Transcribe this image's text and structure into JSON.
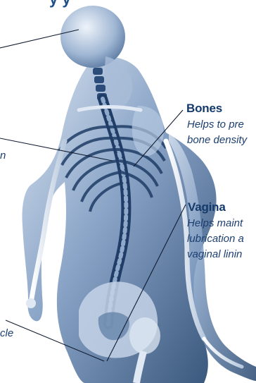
{
  "header": {
    "title_fragment": "y  y"
  },
  "callouts": {
    "bones": {
      "title": "Bones",
      "desc_lines": [
        "Helps to pre",
        "bone density"
      ]
    },
    "vagina": {
      "title": "Vagina",
      "desc_lines": [
        "Helps maint",
        "lubrication a",
        "vaginal linin"
      ]
    },
    "left_fragments": {
      "mid": "n",
      "bottom": "cle"
    }
  },
  "colors": {
    "accent": "#1f4f8a",
    "text": "#143a6b",
    "bone": "#dfe8f3",
    "body_shadow": "#5f7fa8"
  }
}
